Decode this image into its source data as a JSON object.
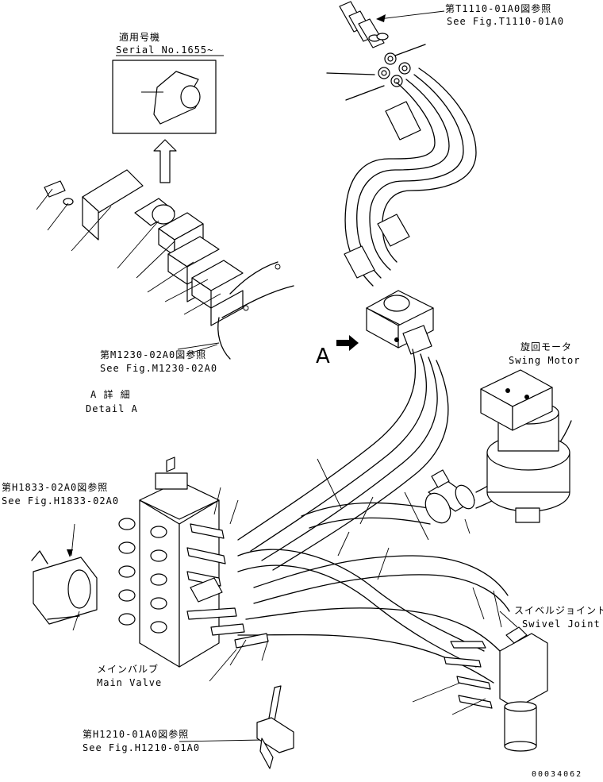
{
  "labels": {
    "ref_t1110_jp": "第T1110-01A0図参照",
    "ref_t1110_en": "See Fig.T1110-01A0",
    "serial_jp": "適用号機",
    "serial_en": "Serial No.1655~",
    "ref_m1230_jp": "第M1230-02A0図参照",
    "ref_m1230_en": "See Fig.M1230-02A0",
    "detail_jp": "A 詳 細",
    "detail_en": "Detail A",
    "marker_a": "A",
    "swing_motor_jp": "旋回モータ",
    "swing_motor_en": "Swing Motor",
    "ref_h1833_jp": "第H1833-02A0図参照",
    "ref_h1833_en": "See Fig.H1833-02A0",
    "swivel_jp": "スイベルジョイント",
    "swivel_en": "Swivel Joint",
    "main_valve_jp": "メインバルブ",
    "main_valve_en": "Main Valve",
    "ref_h1210_jp": "第H1210-01A0図参照",
    "ref_h1210_en": "See Fig.H1210-01A0",
    "drawing_number": "00034062"
  }
}
